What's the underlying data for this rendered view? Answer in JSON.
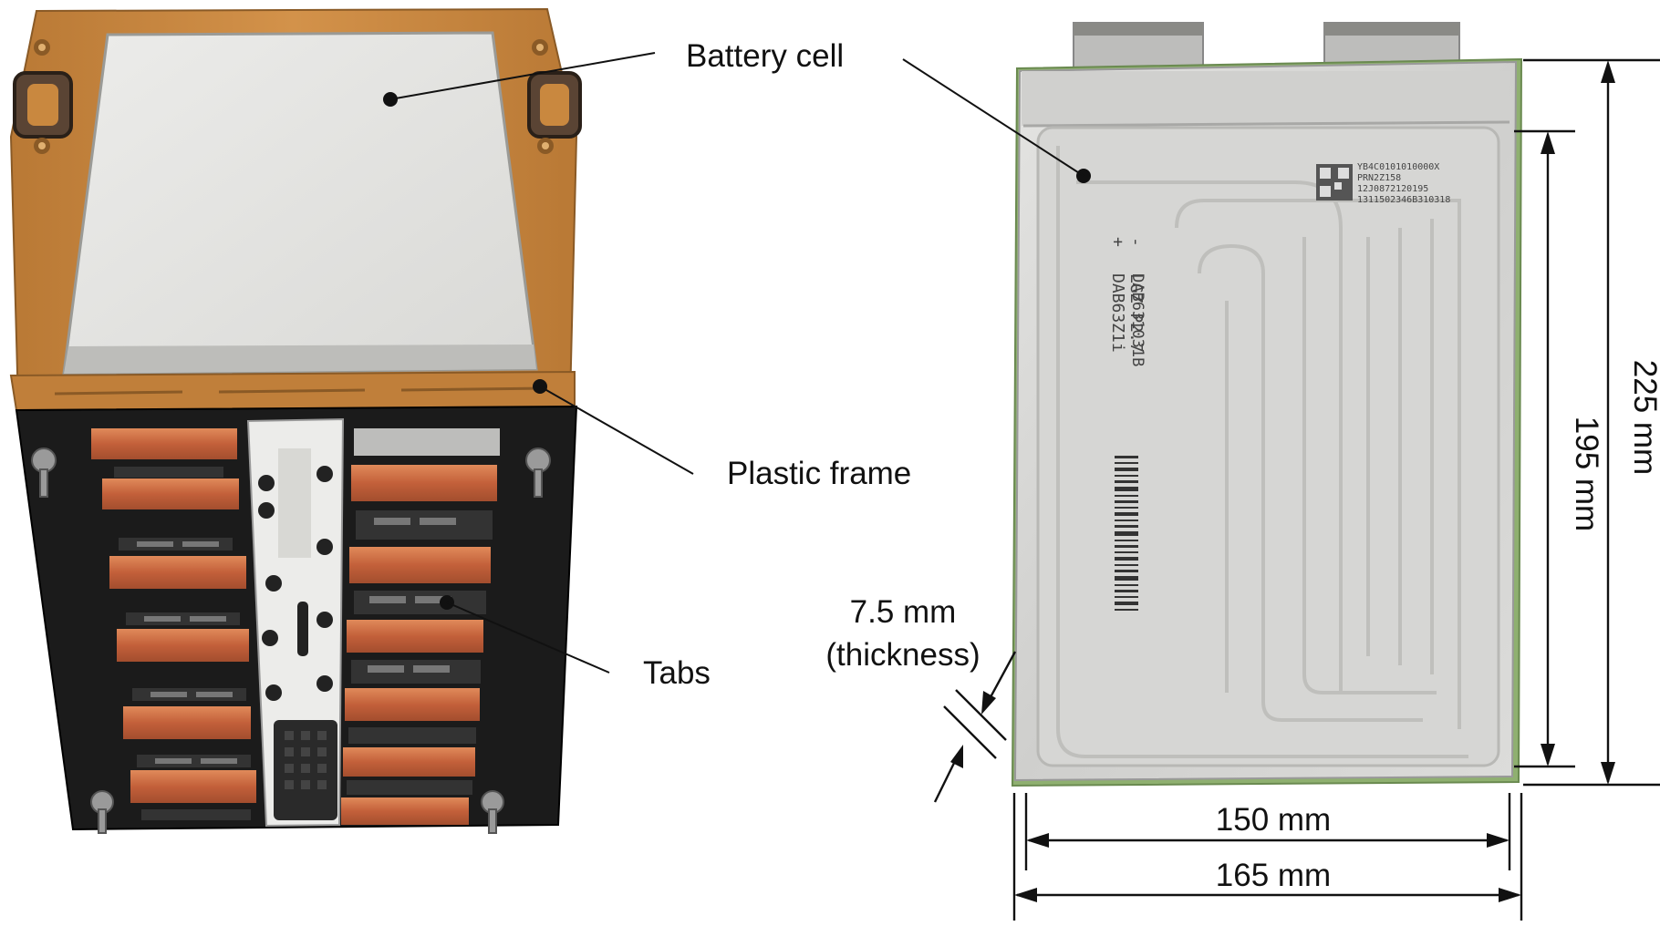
{
  "labels": {
    "battery_cell": "Battery cell",
    "plastic_frame": "Plastic frame",
    "tabs": "Tabs",
    "thickness_value": "7.5 mm",
    "thickness_note": "(thickness)",
    "width_inner": "150 mm",
    "width_outer": "165 mm",
    "height_inner": "195 mm",
    "height_outer": "225 mm"
  },
  "cell_markings": {
    "polarity_minus": "-",
    "polarity_plus": "+",
    "model": "LGZ P2.7",
    "line1": "DAB63Z1i",
    "line2": "DAB631031B",
    "qr_line1": "YB4C0101010000X",
    "qr_line2": "PRN2Z158",
    "qr_line3": "12J0872120195",
    "qr_line4": "1311502346B310318"
  },
  "colors": {
    "frame": "#c9883f",
    "copper": "#c8693a",
    "cell": "#d6d6d4",
    "tab": "#bdbdbb",
    "edge_green": "#8fb070"
  }
}
